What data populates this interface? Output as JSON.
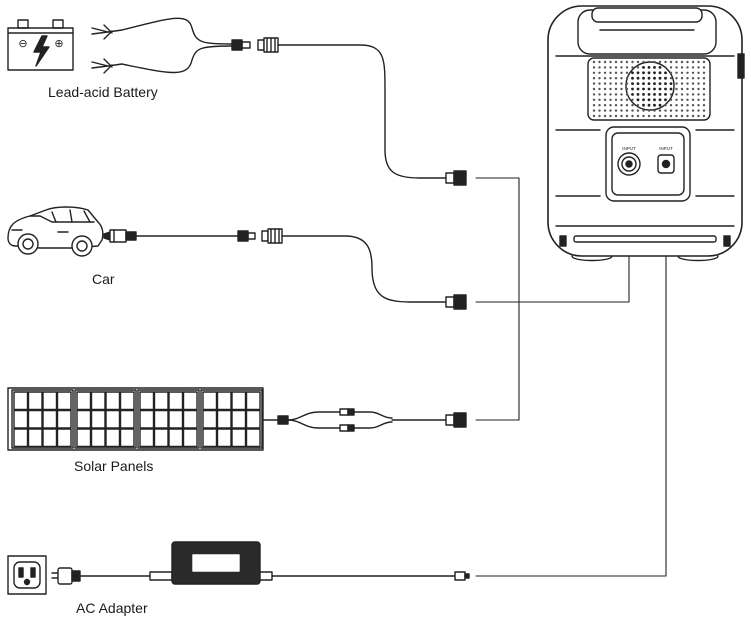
{
  "sources": {
    "battery": {
      "label": "Lead-acid Battery"
    },
    "car": {
      "label": "Car"
    },
    "solar": {
      "label": "Solar Panels"
    },
    "adapter": {
      "label": "AC Adapter"
    }
  },
  "battery_terminals": {
    "negative": "⊖",
    "positive": "⊕"
  },
  "station": {
    "port_left_label": "INPUT",
    "port_right_label": "INPUT"
  },
  "colors": {
    "line": "#222222",
    "fill_dark": "#2a2a2a",
    "fill_light": "#ffffff",
    "grille": "#444444"
  }
}
